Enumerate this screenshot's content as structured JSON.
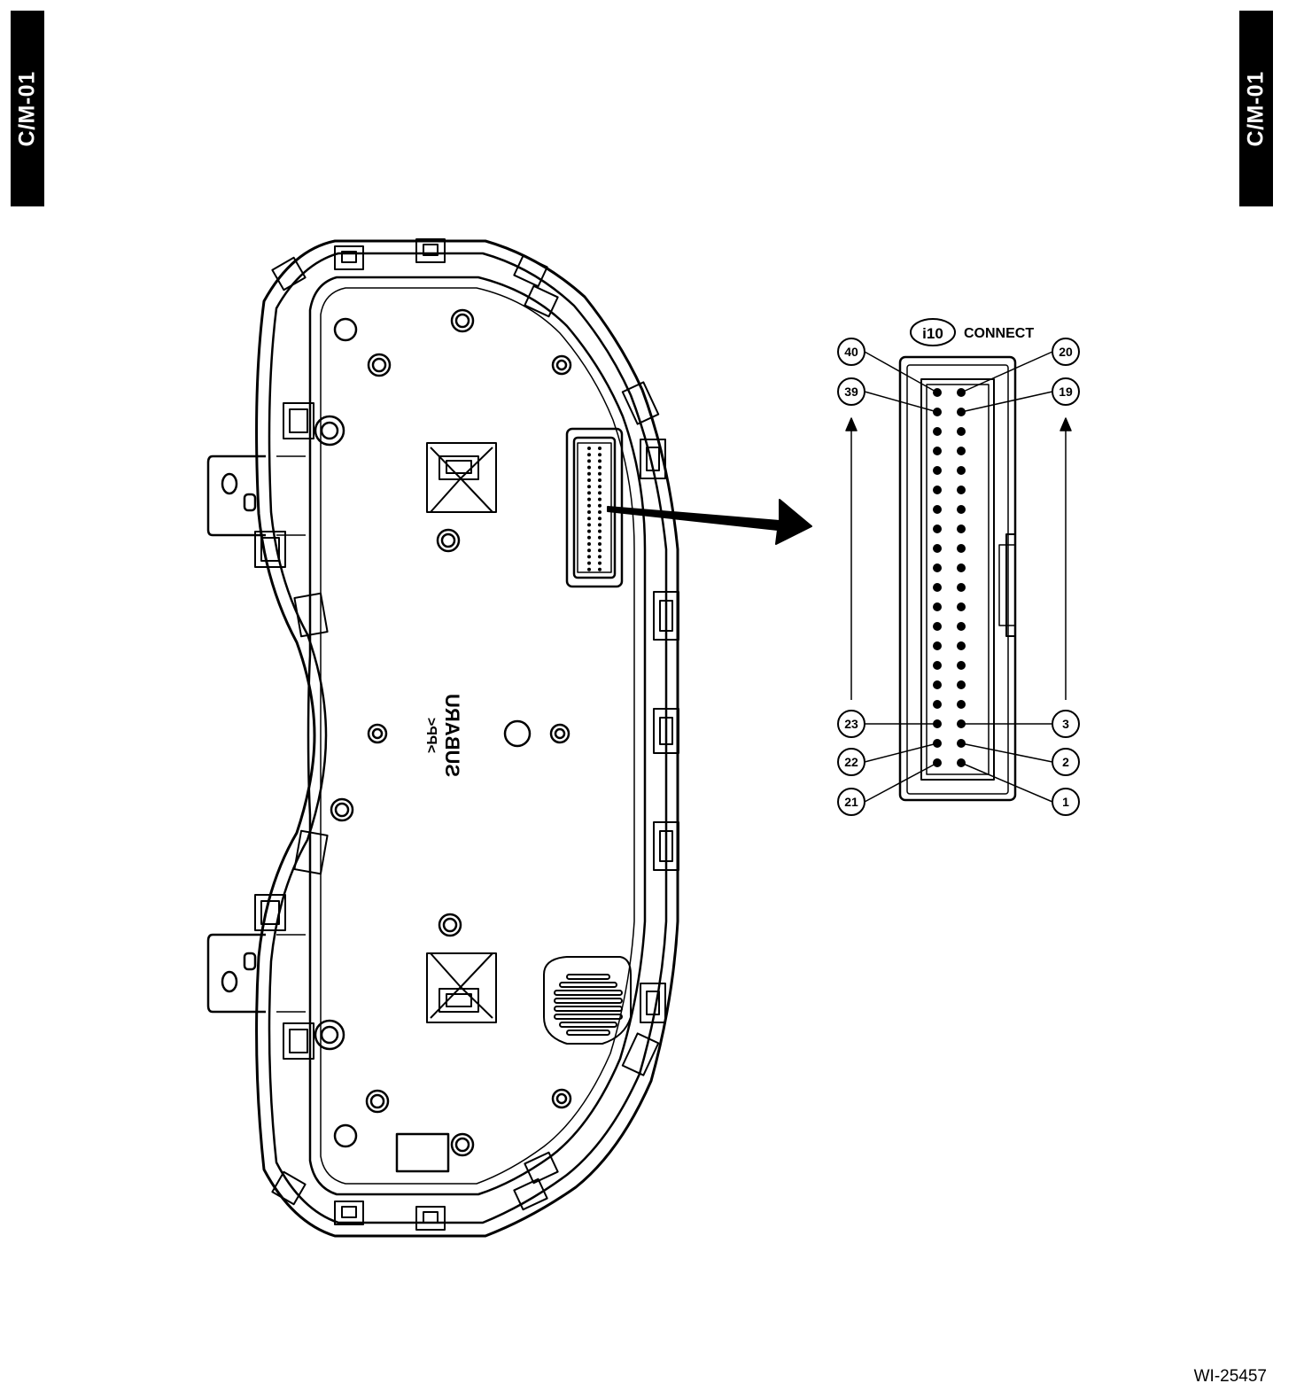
{
  "section_tab_left": "C/M-01",
  "section_tab_right": "C/M-01",
  "figure_id": "WI-25457",
  "cluster_brand": "SUBARU",
  "cluster_mark": ">PP<",
  "connector": {
    "id": "i10",
    "label": "CONNECT",
    "top_row_left": [
      "40",
      "39"
    ],
    "top_row_right": [
      "20",
      "19"
    ],
    "bottom_row_left": [
      "23",
      "22",
      "21"
    ],
    "bottom_row_right": [
      "3",
      "2",
      "1"
    ]
  }
}
